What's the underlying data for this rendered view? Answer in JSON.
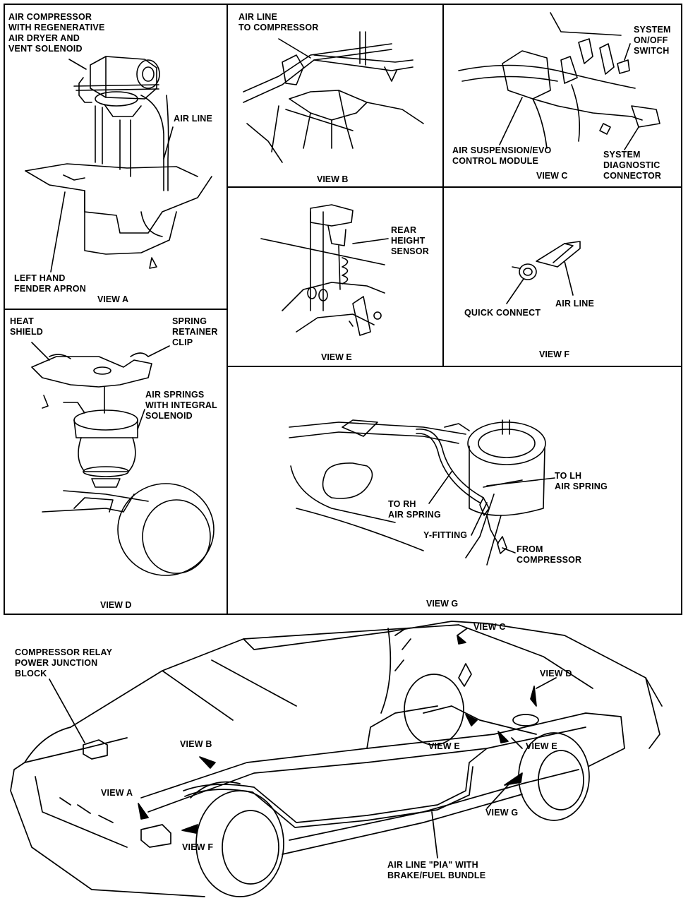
{
  "view_a": {
    "title": "VIEW A",
    "label_compressor": "AIR COMPRESSOR\nWITH REGENERATIVE\nAIR DRYER AND\nVENT SOLENOID",
    "label_air_line": "AIR LINE",
    "label_fender": "LEFT HAND\nFENDER APRON"
  },
  "view_b": {
    "title": "VIEW B",
    "label_air_line": "AIR LINE\nTO COMPRESSOR"
  },
  "view_c": {
    "title": "VIEW C",
    "label_switch": "SYSTEM\nON/OFF\nSWITCH",
    "label_module": "AIR SUSPENSION/EVO\nCONTROL MODULE",
    "label_connector": "SYSTEM\nDIAGNOSTIC\nCONNECTOR"
  },
  "view_d": {
    "title": "VIEW D",
    "label_heat_shield": "HEAT\nSHIELD",
    "label_clip": "SPRING\nRETAINER\nCLIP",
    "label_springs": "AIR SPRINGS\nWITH INTEGRAL\nSOLENOID"
  },
  "view_e": {
    "title": "VIEW E",
    "label_sensor": "REAR\nHEIGHT\nSENSOR"
  },
  "view_f": {
    "title": "VIEW F",
    "label_quick_connect": "QUICK CONNECT",
    "label_air_line": "AIR LINE"
  },
  "view_g": {
    "title": "VIEW G",
    "label_to_lh": "TO LH\nAIR SPRING",
    "label_to_rh": "TO RH\nAIR SPRING",
    "label_y_fitting": "Y-FITTING",
    "label_from_compressor": "FROM\nCOMPRESSOR"
  },
  "overview": {
    "label_relay": "COMPRESSOR RELAY\nPOWER JUNCTION\nBLOCK",
    "callout_view_a": "VIEW A",
    "callout_view_b": "VIEW B",
    "callout_view_c": "VIEW C",
    "callout_view_d": "VIEW D",
    "callout_view_e_left": "VIEW E",
    "callout_view_e_right": "VIEW E",
    "callout_view_f": "VIEW F",
    "callout_view_g": "VIEW G",
    "label_pia": "AIR LINE \"PIA\" WITH\nBRAKE/FUEL BUNDLE"
  }
}
